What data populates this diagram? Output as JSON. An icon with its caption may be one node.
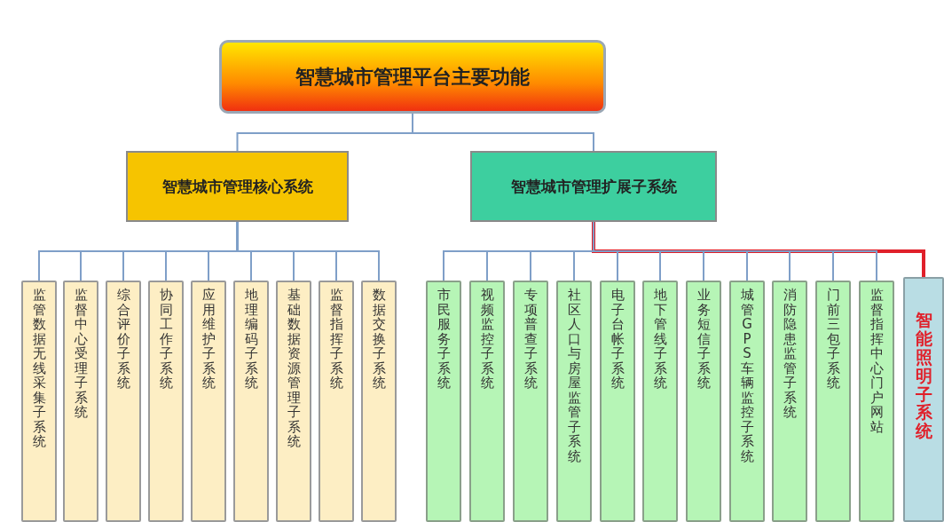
{
  "diagram": {
    "nodes": [
      {
        "text": [
          "智慧城市管理平台主要功能"
        ]
      },
      {
        "text": [
          "智慧城市管理核心系统"
        ]
      },
      {
        "text": [
          "智慧城市管理扩展子系统"
        ]
      },
      {
        "text": [
          "监管数据无线采集子系统"
        ]
      },
      {
        "text": [
          "监督中心受理子系统"
        ]
      },
      {
        "text": [
          "综合评价子系统"
        ]
      },
      {
        "text": [
          "协同工作子系统"
        ]
      },
      {
        "text": [
          "应用维护子系统"
        ]
      },
      {
        "text": [
          "地理编码子系统"
        ]
      },
      {
        "text": [
          "基础数据资源管理子系统"
        ]
      },
      {
        "text": [
          "监督指挥子系统"
        ]
      },
      {
        "text": [
          "数据交换子系统"
        ]
      },
      {
        "text": [
          "市民服务子系统"
        ]
      },
      {
        "text": [
          "视频监控子系统"
        ]
      },
      {
        "text": [
          "专项普查子系统"
        ]
      },
      {
        "text": [
          "社区人口与房屋监管子系统"
        ]
      },
      {
        "text": [
          "电子台帐子系统"
        ]
      },
      {
        "text": [
          "地下管线子系统"
        ]
      },
      {
        "text": [
          "业务短信子系统"
        ]
      },
      {
        "text": [
          "城管GPS车辆监控子系统"
        ]
      },
      {
        "text": [
          "消防隐患监管子系统"
        ]
      },
      {
        "text": [
          "门前三包子系统"
        ]
      },
      {
        "text": [
          "监督指挥中心门户网站"
        ]
      },
      {
        "text": [
          "智能照明子系统"
        ]
      }
    ],
    "edges": [
      {
        "from": 0,
        "to": 1,
        "arrow": "none"
      },
      {
        "from": 0,
        "to": 2,
        "arrow": "none"
      },
      {
        "from": 1,
        "to": 3,
        "arrow": "none"
      },
      {
        "from": 1,
        "to": 4,
        "arrow": "none"
      },
      {
        "from": 1,
        "to": 5,
        "arrow": "none"
      },
      {
        "from": 1,
        "to": 6,
        "arrow": "none"
      },
      {
        "from": 1,
        "to": 7,
        "arrow": "none"
      },
      {
        "from": 1,
        "to": 8,
        "arrow": "none"
      },
      {
        "from": 1,
        "to": 9,
        "arrow": "none"
      },
      {
        "from": 1,
        "to": 10,
        "arrow": "none"
      },
      {
        "from": 1,
        "to": 11,
        "arrow": "none"
      },
      {
        "from": 2,
        "to": 12,
        "arrow": "none"
      },
      {
        "from": 2,
        "to": 13,
        "arrow": "none"
      },
      {
        "from": 2,
        "to": 14,
        "arrow": "none"
      },
      {
        "from": 2,
        "to": 15,
        "arrow": "none"
      },
      {
        "from": 2,
        "to": 16,
        "arrow": "none"
      },
      {
        "from": 2,
        "to": 17,
        "arrow": "none"
      },
      {
        "from": 2,
        "to": 18,
        "arrow": "none"
      },
      {
        "from": 2,
        "to": 19,
        "arrow": "none"
      },
      {
        "from": 2,
        "to": 20,
        "arrow": "none"
      },
      {
        "from": 2,
        "to": 21,
        "arrow": "none"
      },
      {
        "from": 2,
        "to": 22,
        "arrow": "none"
      },
      {
        "from": 2,
        "to": 23,
        "arrow": "none",
        "style": "thick",
        "color": "#e0202a"
      }
    ]
  }
}
